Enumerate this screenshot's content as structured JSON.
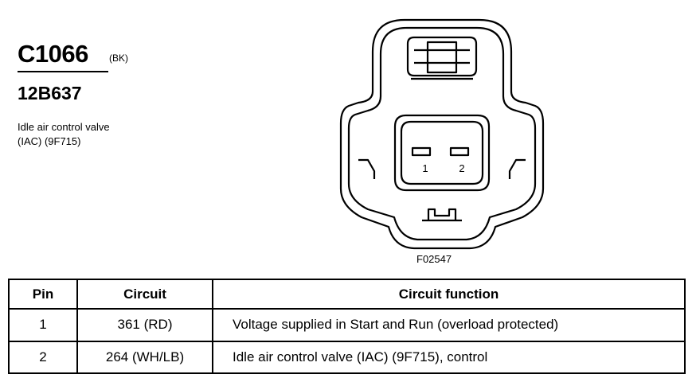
{
  "connector": {
    "id": "C1066",
    "color_code": "(BK)",
    "part_number": "12B637",
    "description_lines": [
      "Idle air control valve",
      "(IAC) (9F715)"
    ]
  },
  "drawing": {
    "figure_id": "F02547",
    "pin_labels": [
      "1",
      "2"
    ]
  },
  "table": {
    "headers": [
      "Pin",
      "Circuit",
      "Circuit function"
    ],
    "rows": [
      [
        "1",
        "361 (RD)",
        "Voltage supplied in Start and Run (overload protected)"
      ],
      [
        "2",
        "264 (WH/LB)",
        "Idle air control valve (IAC) (9F715), control"
      ]
    ]
  }
}
